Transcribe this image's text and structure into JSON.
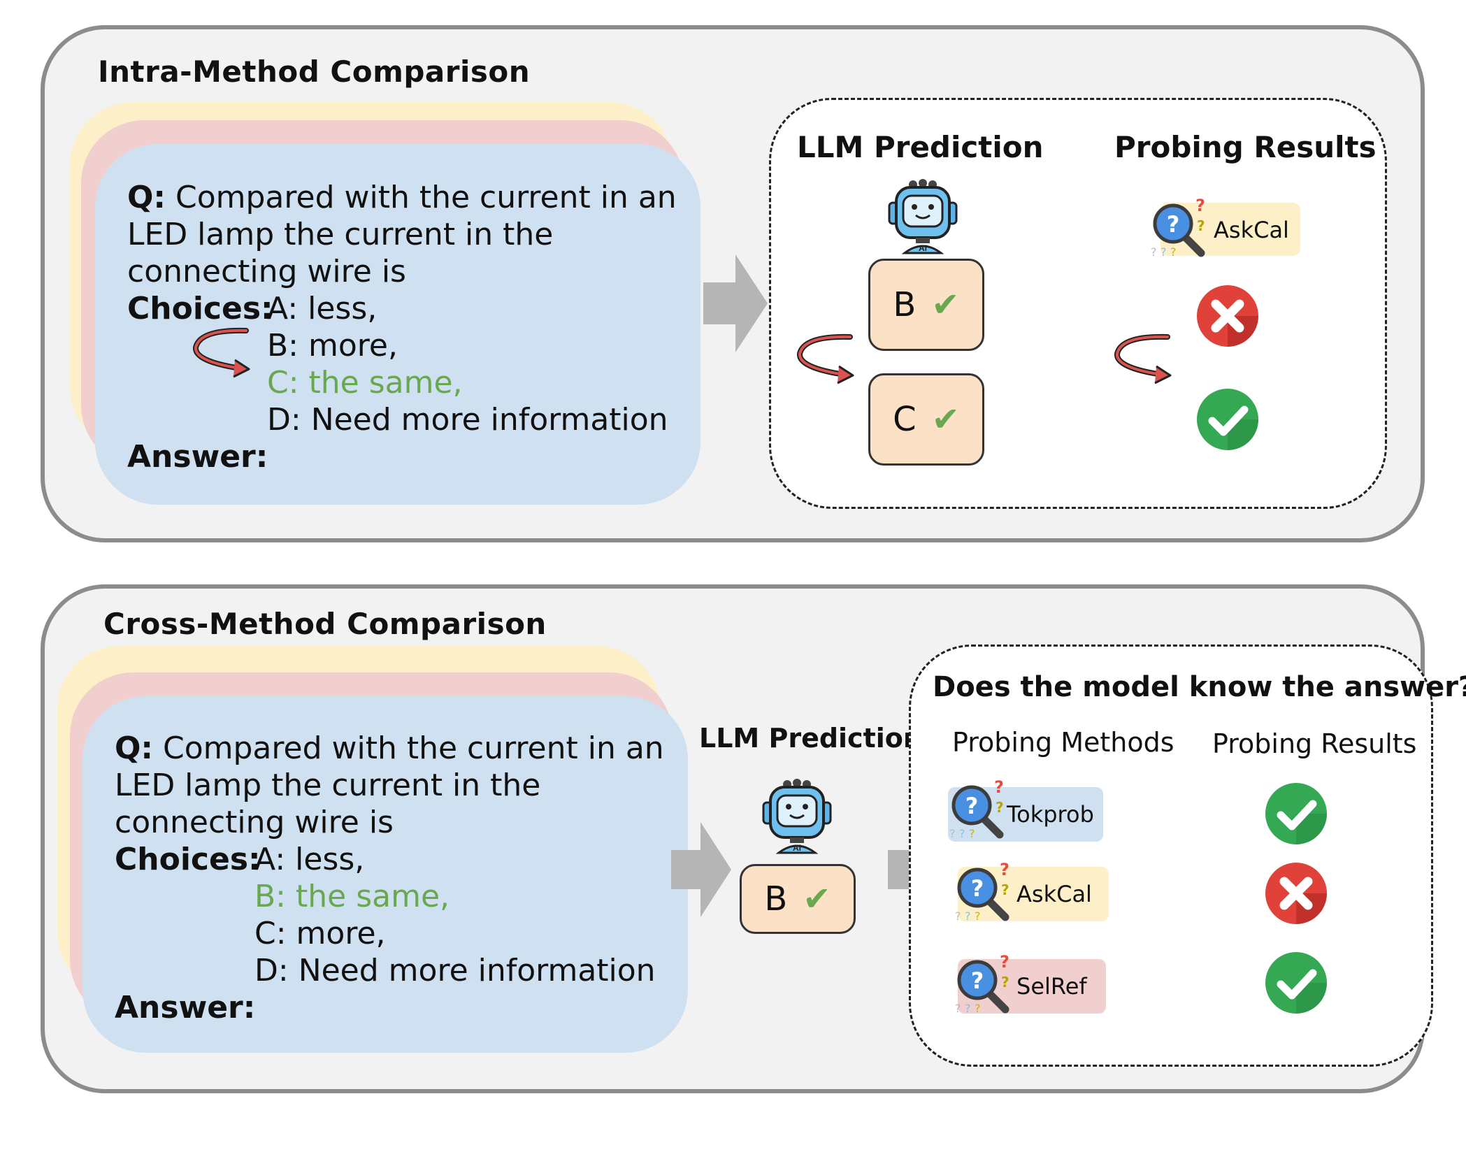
{
  "intra": {
    "title": "Intra-Method Comparison",
    "question": {
      "q_label": "Q:",
      "q_line1": "Compared with the current in an",
      "q_line2": "LED lamp the current in the",
      "q_line3": "connecting wire is",
      "choices_label": "Choices:",
      "choice_a": "A: less,",
      "choice_b": "B: more,",
      "choice_c": "C: the same,",
      "choice_d": "D: Need more information",
      "answer_label": "Answer:"
    },
    "llm_prediction_heading": "LLM Prediction",
    "probing_results_heading": "Probing Results",
    "prediction_1": "B",
    "prediction_2": "C",
    "method_label": "AskCal",
    "results": [
      "incorrect",
      "correct"
    ]
  },
  "cross": {
    "title": "Cross-Method Comparison",
    "question": {
      "q_label": "Q:",
      "q_line1": "Compared with the current in an",
      "q_line2": "LED lamp the current in the",
      "q_line3": "connecting wire is",
      "choices_label": "Choices:",
      "choice_a": "A: less,",
      "choice_b": "B: the same,",
      "choice_c": "C: more,",
      "choice_d": "D: Need more information",
      "answer_label": "Answer:"
    },
    "llm_prediction_heading": "LLM Prediction",
    "prediction": "B",
    "question_heading": "Does the model know the answer?",
    "probing_methods_heading": "Probing Methods",
    "probing_results_heading": "Probing Results",
    "methods": [
      {
        "label": "Tokprob",
        "result": "correct"
      },
      {
        "label": "AskCal",
        "result": "incorrect"
      },
      {
        "label": "SelRef",
        "result": "correct"
      }
    ]
  },
  "colors": {
    "panel_bg": "#f2f2f2",
    "panel_border": "#8c8c8c",
    "card_yellow": "#fdf0c9",
    "card_pink": "#f2cfcf",
    "card_blue": "#cfe0f1",
    "correct_green": "#6aa84f",
    "check_circle": "#34a853",
    "cross_circle": "#e0423a",
    "answer_box": "#fbe2c7",
    "arrow_gray": "#b5b5b5",
    "swap_arrow": "#d9534f"
  },
  "icons": [
    "robot-icon",
    "magnifier-question-icon",
    "check-circle-icon",
    "cross-circle-icon",
    "block-arrow-icon",
    "swap-arrow-icon"
  ]
}
